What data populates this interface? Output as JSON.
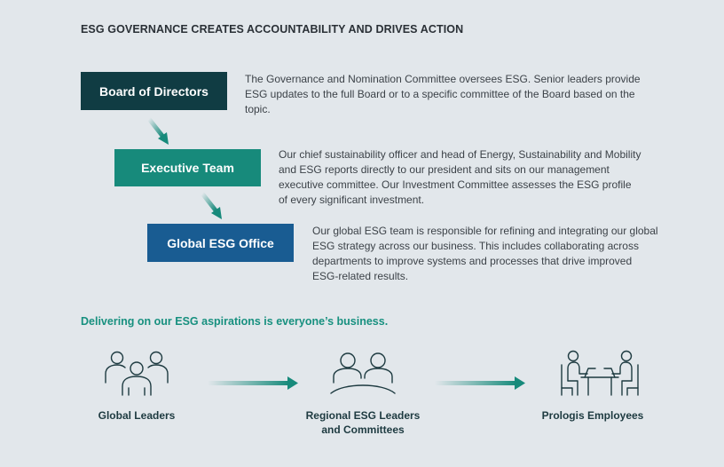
{
  "title": "ESG GOVERNANCE CREATES ACCOUNTABILITY AND DRIVES ACTION",
  "levels": [
    {
      "label": "Board of Directors",
      "description": "The Governance and Nomination Committee oversees ESG. Senior leaders provide ESG updates to the full Board or to a specific committee of the Board based on the topic.",
      "color": "#103c43"
    },
    {
      "label": "Executive Team",
      "description": "Our chief sustainability officer and head of Energy, Sustainability and Mobility and ESG reports directly  to our president and sits on our management executive committee. Our Investment Committee assesses the ESG profile of every significant investment.",
      "color": "#178a7b"
    },
    {
      "label": "Global ESG Office",
      "description": "Our global ESG team is responsible for refining and integrating our global ESG strategy across our business. This includes collaborating across departments to improve systems and processes that drive improved ESG-related results.",
      "color": "#195c92"
    }
  ],
  "tagline": "Delivering on our ESG aspirations is everyone’s business.",
  "groups": [
    {
      "label": "Global Leaders",
      "icon": "three-people-icon"
    },
    {
      "label_line1": "Regional ESG Leaders",
      "label_line2": "and Committees",
      "icon": "two-people-at-table-icon"
    },
    {
      "label": "Prologis Employees",
      "icon": "people-at-desk-icon"
    }
  ],
  "colors": {
    "accent_teal": "#17907f",
    "arrow_dark": "#178a7b",
    "background": "#e2e7eb"
  }
}
